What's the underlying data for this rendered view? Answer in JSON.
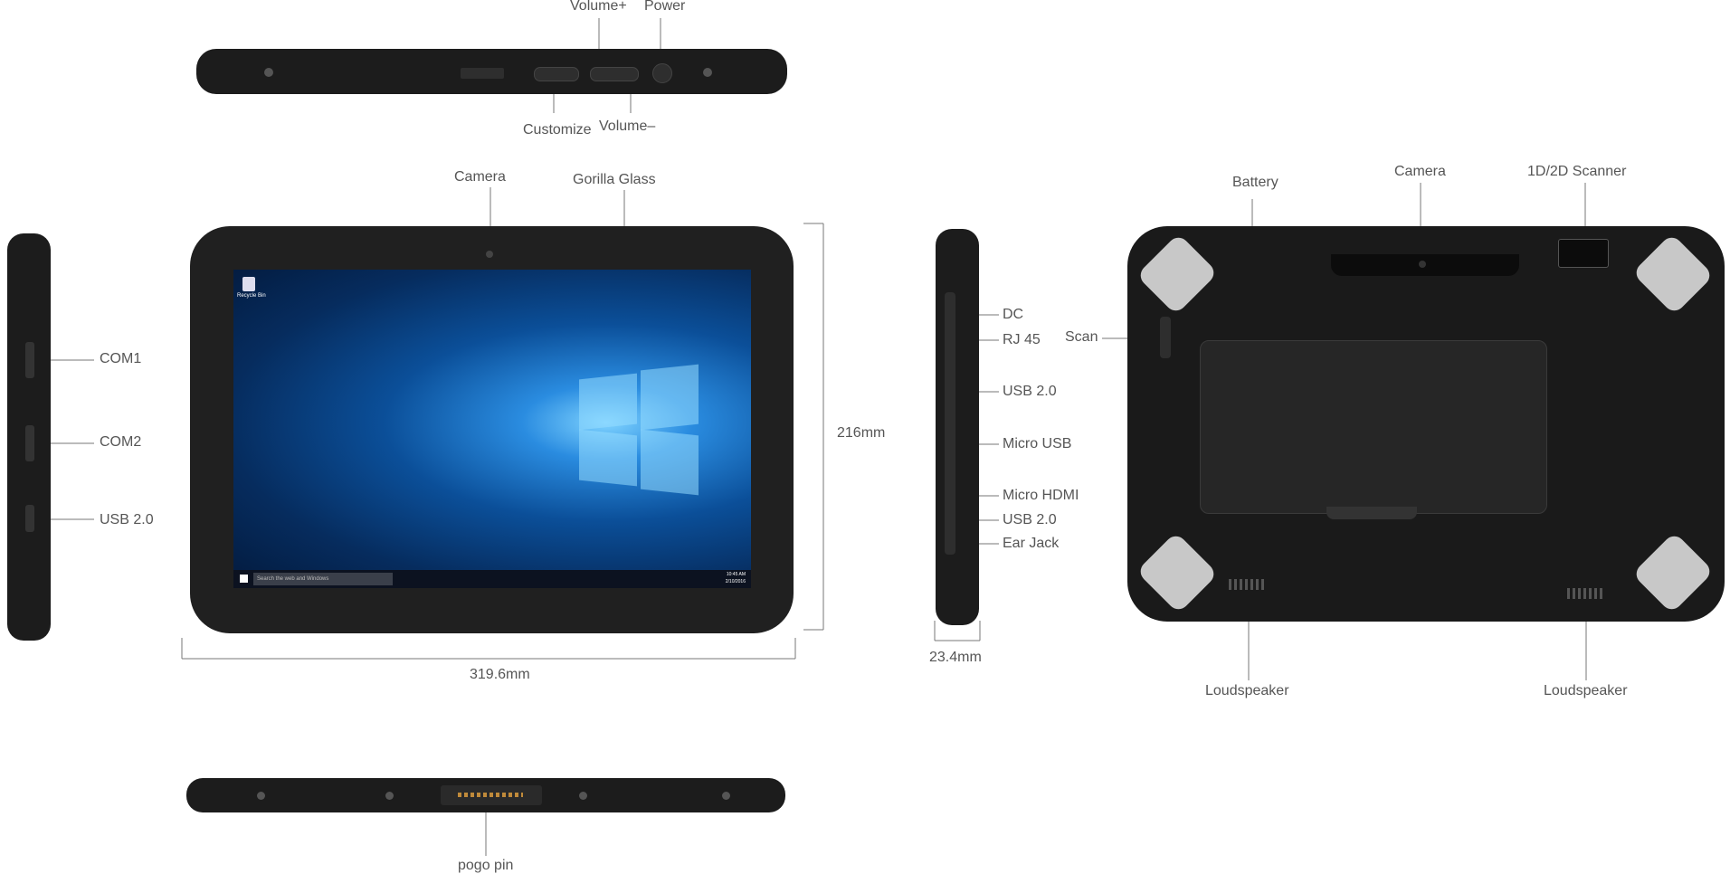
{
  "labels": {
    "volume_plus": "Volume+",
    "power": "Power",
    "customize": "Customize",
    "volume_minus": "Volume–",
    "camera_front": "Camera",
    "gorilla_glass": "Gorilla Glass",
    "com1": "COM1",
    "com2": "COM2",
    "usb_left": "USB 2.0",
    "height_dim": "216mm",
    "width_dim": "319.6mm",
    "dc": "DC",
    "rj45": "RJ 45",
    "usb_right_1": "USB 2.0",
    "micro_usb": "Micro USB",
    "micro_hdmi": "Micro HDMI",
    "usb_right_2": "USB 2.0",
    "ear_jack": "Ear Jack",
    "depth_dim": "23.4mm",
    "battery": "Battery",
    "camera_back": "Camera",
    "scanner": "1D/2D Scanner",
    "scan": "Scan",
    "loudspeaker_left": "Loudspeaker",
    "loudspeaker_right": "Loudspeaker",
    "pogo_pin": "pogo pin"
  },
  "screen": {
    "search_placeholder": "Search the web and Windows",
    "recycle_bin": "Recycle Bin",
    "clock_time": "10:45 AM",
    "clock_date": "2/10/2016"
  },
  "colors": {
    "device_body": "#1c1c1c",
    "screen_blue": "#0a4d8f",
    "label_gray": "#555555",
    "bumper_silver": "#c8c8c8"
  }
}
